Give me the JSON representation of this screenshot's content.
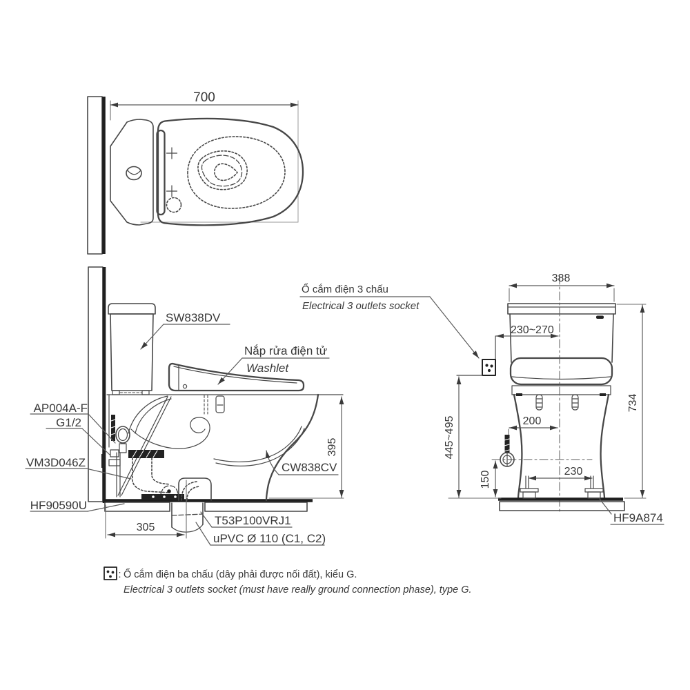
{
  "top_view": {
    "dim_width": "700"
  },
  "side_view": {
    "tank_label": "SW838DV",
    "washlet_label_vi": "Nắp rửa điện tử",
    "washlet_label_en": "Washlet",
    "supply_valve_label": "AP004A-F",
    "thread_label": "G1/2",
    "gasket_label": "VM3D046Z",
    "flange_label": "HF90590U",
    "bowl_label": "CW838CV",
    "drain_label": "T53P100VRJ1",
    "pipe_label": "uPVC Ø 110 (C1, C2)",
    "dim_drain_offset": "305",
    "dim_rim_height": "395"
  },
  "rear_view": {
    "dim_width": "388",
    "dim_socket_offset": "230~270",
    "dim_total_height": "734",
    "dim_socket_height": "445~495",
    "dim_supply_offset": "200",
    "dim_supply_height": "150",
    "dim_bolt_spacing": "230",
    "bolt_cap_label": "HF9A874"
  },
  "socket_callout": {
    "vi": "Ổ cắm điện 3 chấu",
    "en": "Electrical 3 outlets socket"
  },
  "footnote": {
    "separator": ":",
    "vi": "Ổ cắm điện ba chấu (dây phải được nối đất), kiểu G.",
    "en": "Electrical 3 outlets socket (must have really ground connection phase), type G."
  },
  "colors": {
    "line": "#474747",
    "heavy_line": "#1f1f1f",
    "text": "#383838"
  }
}
